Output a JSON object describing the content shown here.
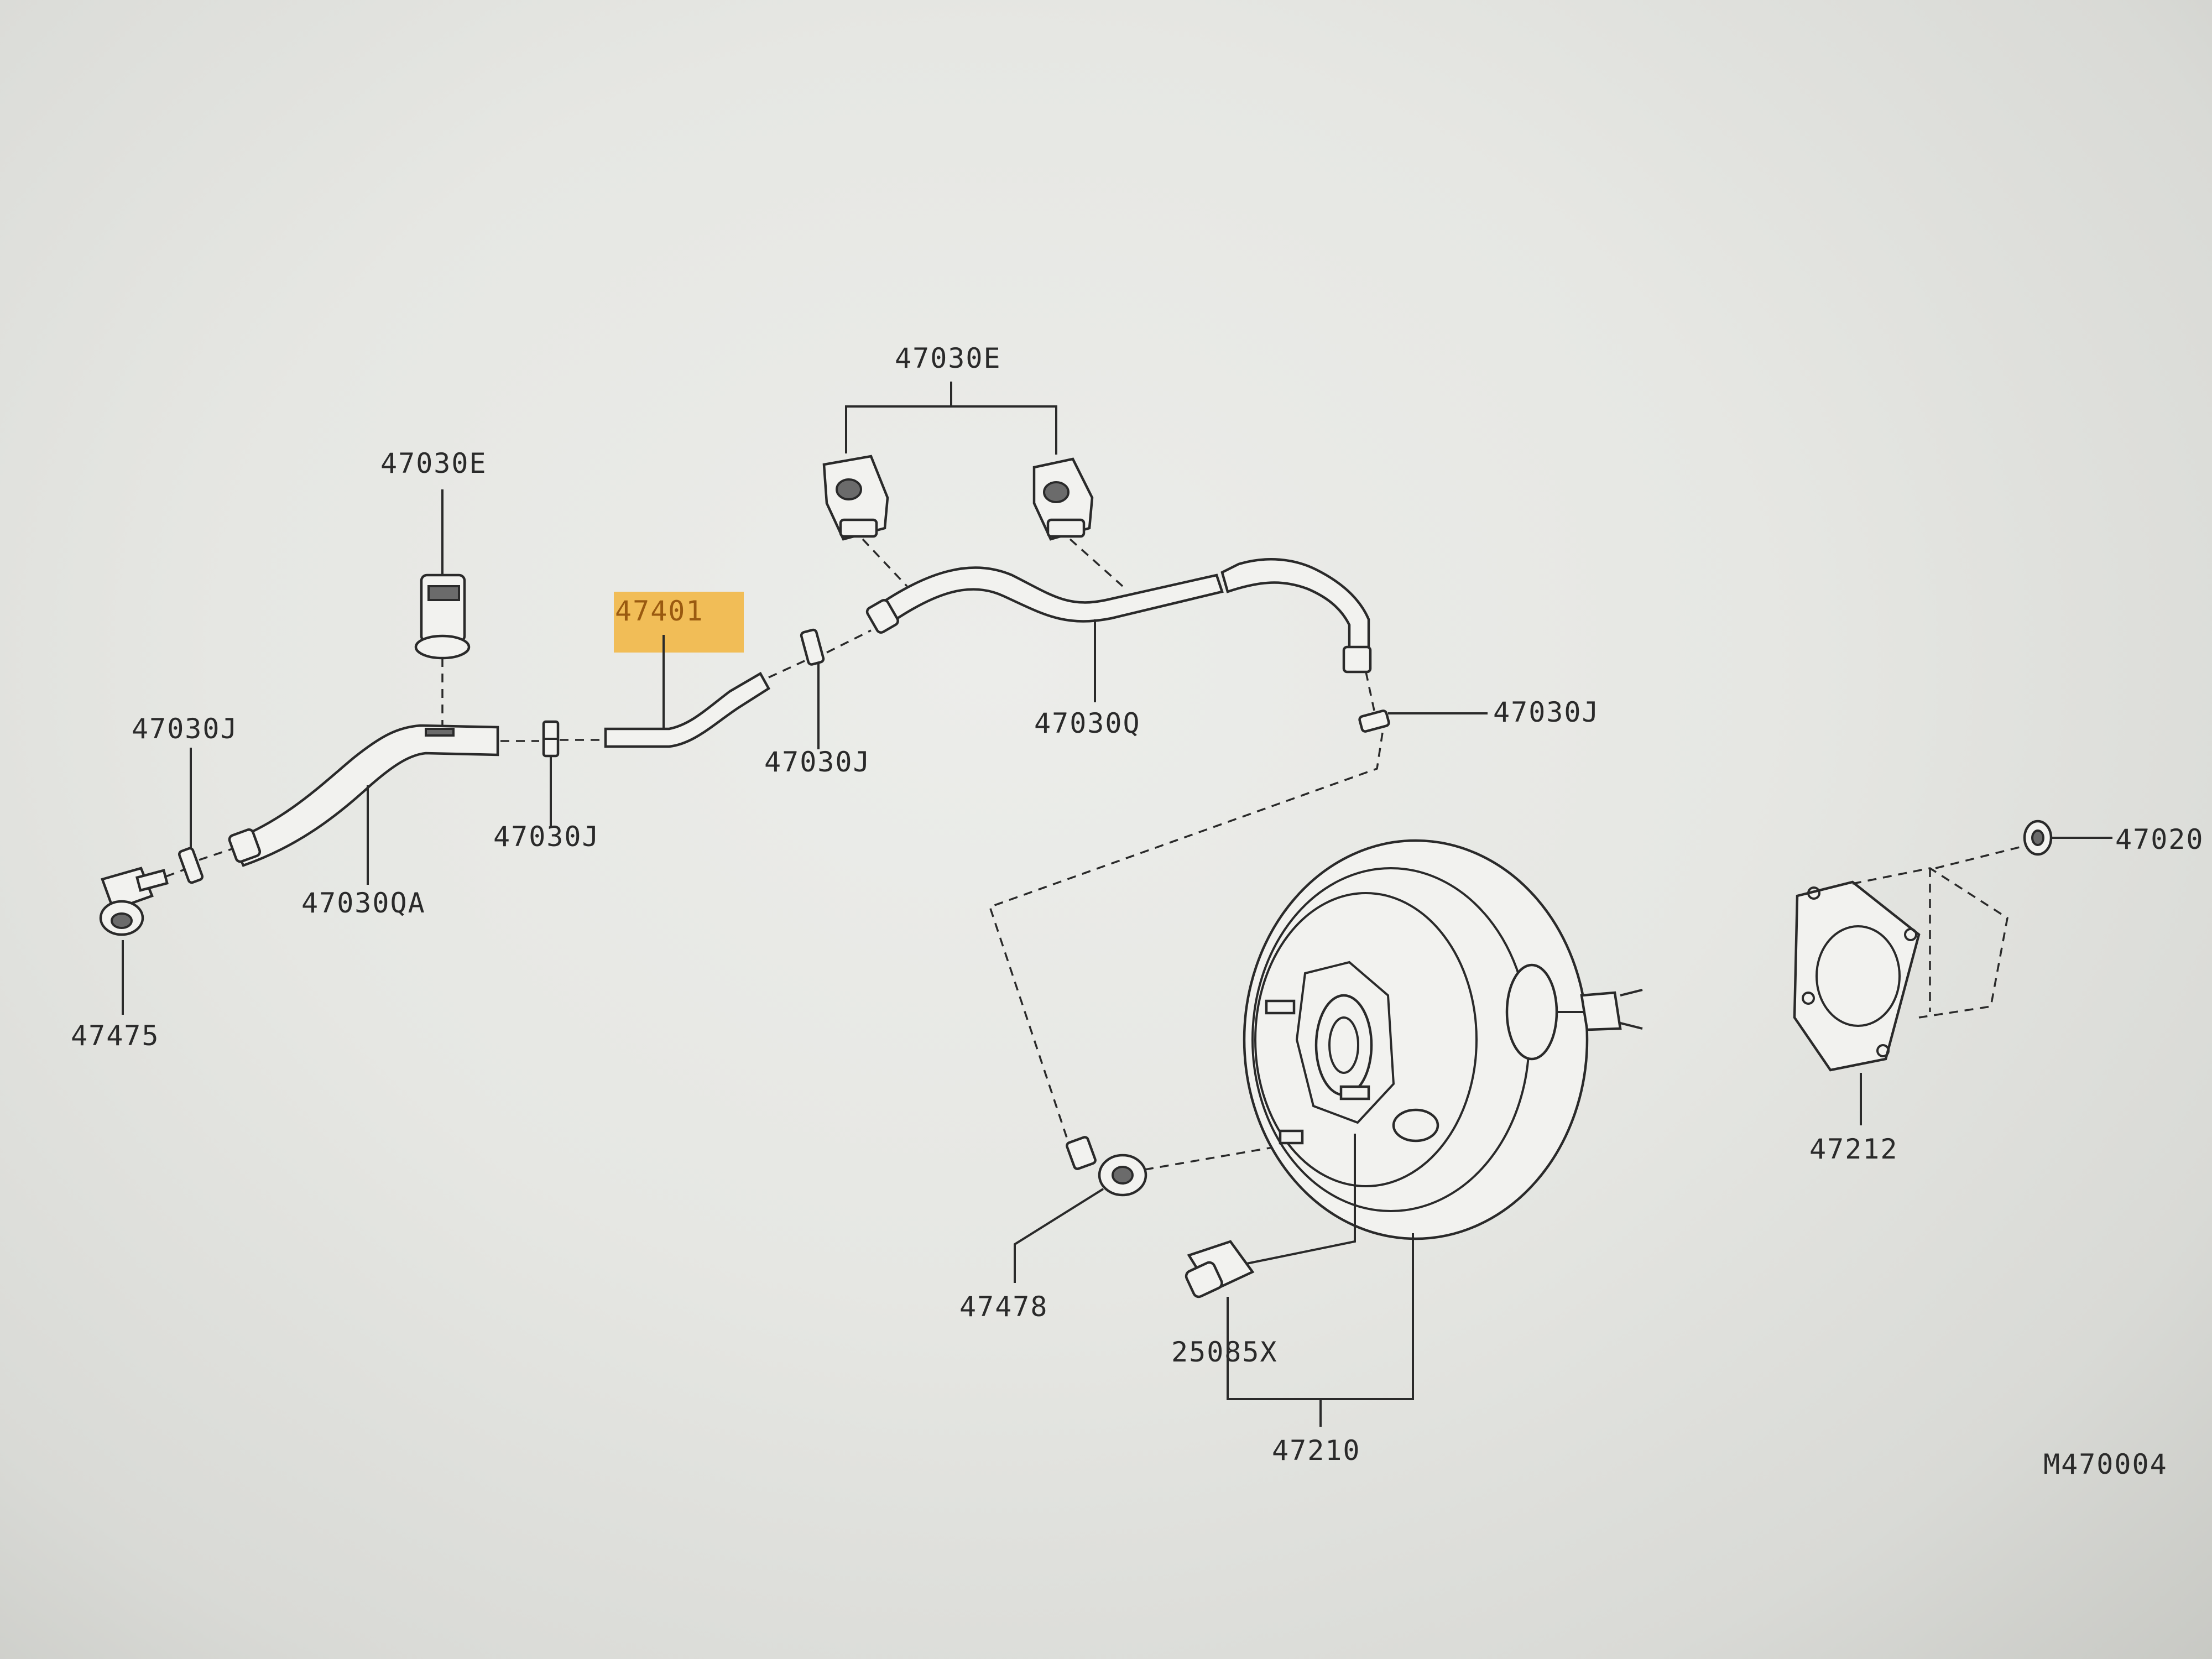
{
  "highlight_color": "#f2b53d",
  "line_color": "#2a2a2a",
  "labels": {
    "clip_top_right": "47030E",
    "clip_top_left": "47030E",
    "hose_highlighted": "47401",
    "clamp_left": "47030J",
    "clamp_mid": "47030J",
    "clamp_center": "47030J",
    "clamp_right": "47030J",
    "hose_right": "47030Q",
    "hose_left": "47030QA",
    "check_valve_left": "47475",
    "check_valve_booster": "47478",
    "sensor": "25085X",
    "booster": "47210",
    "gasket": "47212",
    "nut": "47020",
    "diagram_id": "M470004"
  }
}
